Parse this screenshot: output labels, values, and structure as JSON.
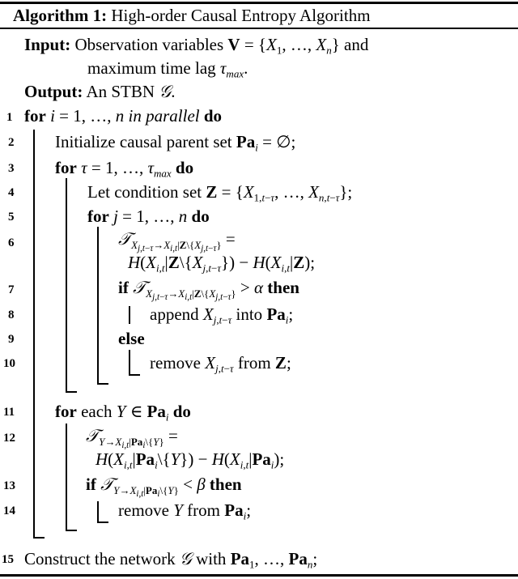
{
  "algorithm": {
    "label": "Algorithm 1:",
    "title": "High-order Causal Entropy Algorithm",
    "input_label": "Input:",
    "input_text_1": "Observation variables V = {X1, …, Xn} and",
    "input_text_2": "maximum time lag τmax.",
    "output_label": "Output:",
    "output_text": "An STBN 𝒢.",
    "lines": [
      {
        "num": "1",
        "text": "for i = 1, …, n in parallel do"
      },
      {
        "num": "2",
        "text": "Initialize causal parent set Pa_i = ∅;"
      },
      {
        "num": "3",
        "text": "for τ = 1, …, τmax do"
      },
      {
        "num": "4",
        "text": "Let condition set Z = {X1,t−τ, …, Xn,t−τ};"
      },
      {
        "num": "5",
        "text": "for j = 1, …, n do"
      },
      {
        "num": "6",
        "text": "T_{Xj,t−τ→Xi,t|Z\\{Xj,t−τ}} = H(Xi,t|Z\\{Xj,t−τ}) − H(Xi,t|Z);"
      },
      {
        "num": "7",
        "text": "if T_{Xj,t−τ→Xi,t|Z\\{Xj,t−τ}} > α then"
      },
      {
        "num": "8",
        "text": "append Xj,t−τ into Pa_i;"
      },
      {
        "num": "9",
        "text": "else"
      },
      {
        "num": "10",
        "text": "remove Xj,t−τ from Z;"
      },
      {
        "num": "11",
        "text": "for each Y ∈ Pa_i do"
      },
      {
        "num": "12",
        "text": "T_{Y→Xi,t|Pa_i\\{Y}} = H(Xi,t|Pa_i\\{Y}) − H(Xi,t|Pa_i);"
      },
      {
        "num": "13",
        "text": "if T_{Y→Xi,t|Pa_i\\{Y}} < β then"
      },
      {
        "num": "14",
        "text": "remove Y from Pa_i;"
      },
      {
        "num": "15",
        "text": "Construct the network 𝒢 with Pa1, …, Pan;"
      }
    ]
  },
  "keywords": {
    "for": "for",
    "do": "do",
    "in_parallel": "in parallel",
    "if": "if",
    "then": "then",
    "else": "else",
    "each": "each"
  }
}
